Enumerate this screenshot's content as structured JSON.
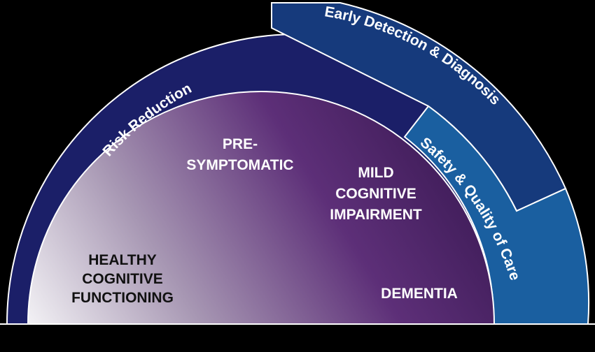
{
  "bands": {
    "risk_reduction": "Risk Reduction",
    "early_detection": "Early Detection & Diagnosis",
    "safety_quality": "Safety & Quality of Care"
  },
  "stages": {
    "healthy": [
      "HEALTHY",
      "COGNITIVE",
      "FUNCTIONING"
    ],
    "presymptomatic": [
      "PRE-",
      "SYMPTOMATIC"
    ],
    "mci": [
      "MILD",
      "COGNITIVE",
      "IMPAIRMENT"
    ],
    "dementia": [
      "DEMENTIA"
    ]
  },
  "colors": {
    "background": "#000000",
    "risk_band": "#1b1f68",
    "early_band": "#163a7c",
    "safety_band": "#1a5fa0",
    "inner_start": "#f2f2f4",
    "inner_end": "#4b2468",
    "outline": "#ffffff"
  }
}
